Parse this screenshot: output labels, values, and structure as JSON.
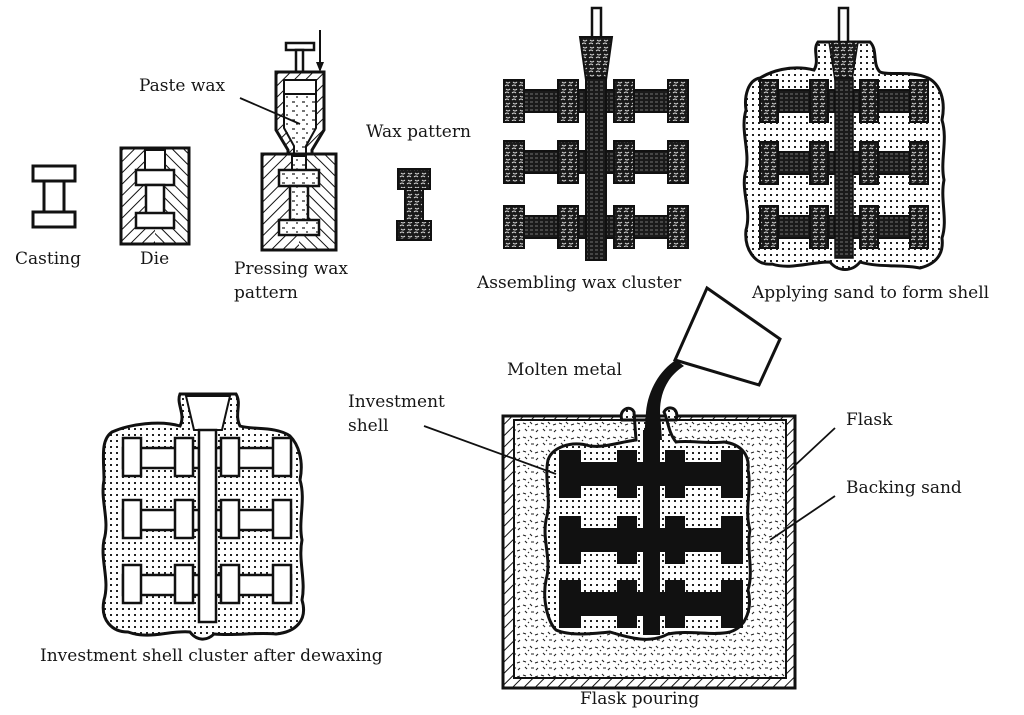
{
  "diagram": {
    "title": "Investment casting process",
    "steps": [
      {
        "id": "casting",
        "label": "Casting"
      },
      {
        "id": "die",
        "label": "Die"
      },
      {
        "id": "pressing",
        "label_line1": "Pressing wax",
        "label_line2": "pattern",
        "callout": "Paste wax"
      },
      {
        "id": "wax-pattern",
        "label": "Wax pattern"
      },
      {
        "id": "assembling",
        "label": "Assembling wax cluster"
      },
      {
        "id": "applying-sand",
        "label": "Applying sand to form shell"
      },
      {
        "id": "dewaxing",
        "label": "Investment shell cluster after dewaxing"
      },
      {
        "id": "flask-pouring",
        "label": "Flask pouring",
        "callouts": {
          "molten_metal": "Molten metal",
          "investment_shell_line1": "Investment",
          "investment_shell_line2": "shell",
          "flask": "Flask",
          "backing_sand": "Backing sand"
        }
      }
    ],
    "colors": {
      "ink": "#111111",
      "background": "#ffffff"
    }
  }
}
